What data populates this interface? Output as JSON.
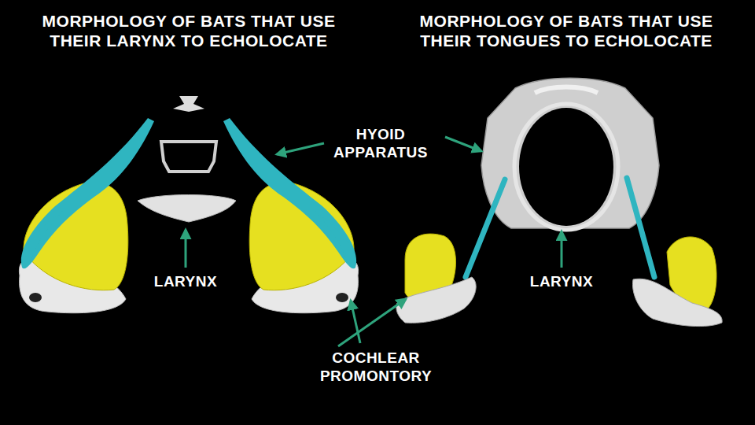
{
  "diagram": {
    "labels": [
      "MORPHOLOGY OF BATS THAT USE THEIR LARYNX TO ECHOLOCATE",
      "MORPHOLOGY OF BATS THAT USE THEIR TONGUES TO ECHOLOCATE",
      "HYOID APPARATUS",
      "LARYNX",
      "LARYNX",
      "COCHLEAR PROMONTORY"
    ]
  }
}
